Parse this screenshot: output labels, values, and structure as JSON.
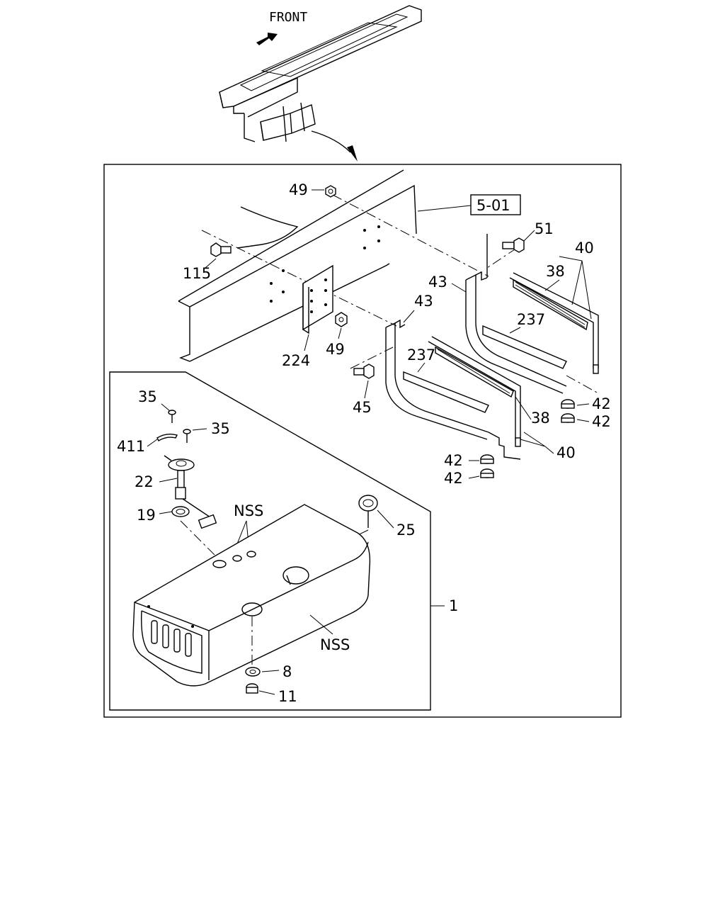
{
  "header": {
    "front_label": "FRONT"
  },
  "reference": {
    "section_ref": "5-01"
  },
  "callouts": {
    "c49a": "49",
    "c49b": "49",
    "c115": "115",
    "c224": "224",
    "c45": "45",
    "c51": "51",
    "c40a": "40",
    "c40b": "40",
    "c38a": "38",
    "c38b": "38",
    "c43a": "43",
    "c43b": "43",
    "c237a": "237",
    "c237b": "237",
    "c42a": "42",
    "c42b": "42",
    "c42c": "42",
    "c42d": "42",
    "c35a": "35",
    "c35b": "35",
    "c411": "411",
    "c22": "22",
    "c19": "19",
    "c25": "25",
    "c1": "1",
    "c8": "8",
    "c11": "11",
    "nss_a": "NSS",
    "nss_b": "NSS"
  }
}
